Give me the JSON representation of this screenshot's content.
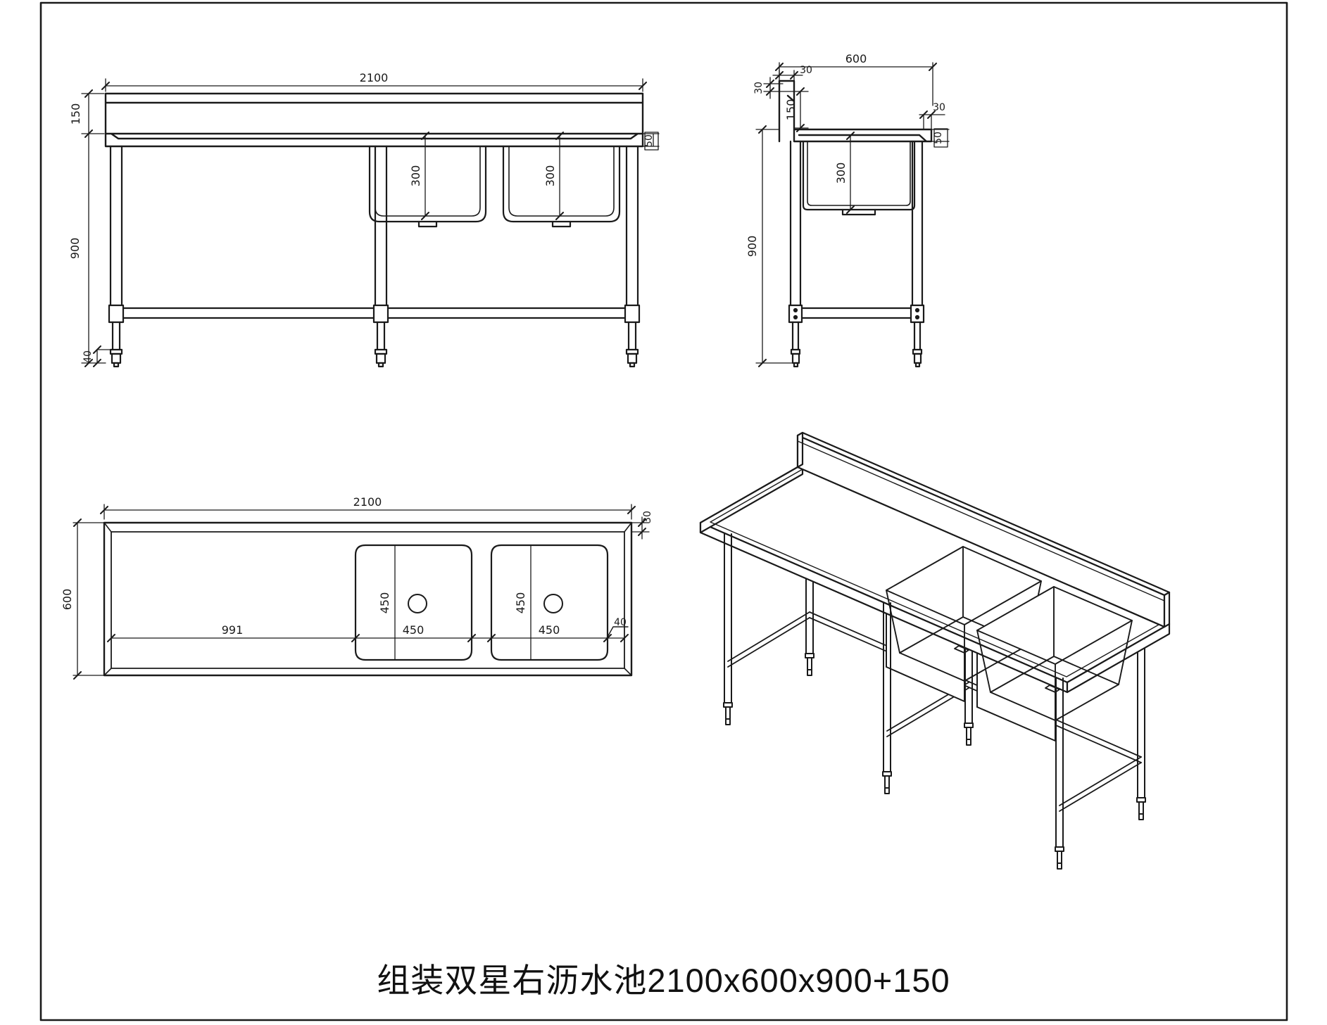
{
  "page": {
    "title": "组装双星右沥水池2100x600x900+150",
    "background": "#ffffff",
    "line_color": "#1a1a1a",
    "accent_label_color": "#3d4f91"
  },
  "views": {
    "front": {
      "label": "front-elevation",
      "dims": {
        "width": "2100",
        "splash_height": "150",
        "height": "900",
        "foot": "40",
        "bowl1_depth": "300",
        "bowl2_depth": "300",
        "edge": "50"
      }
    },
    "side": {
      "label": "side-elevation",
      "dims": {
        "depth": "600",
        "fold_width": "30",
        "fold_height": "30",
        "splash_height": "150",
        "lip": "30",
        "edge": "50",
        "bowl_depth": "300",
        "height": "900"
      }
    },
    "plan": {
      "label": "plan-view",
      "dims": {
        "width": "2100",
        "depth": "600",
        "splash": "30",
        "drainboard": "991",
        "bowl1_width": "450",
        "bowl1_depth": "450",
        "bowl2_width": "450",
        "bowl2_depth": "450",
        "right_gap": "40"
      }
    },
    "iso": {
      "label": "isometric-view"
    }
  }
}
